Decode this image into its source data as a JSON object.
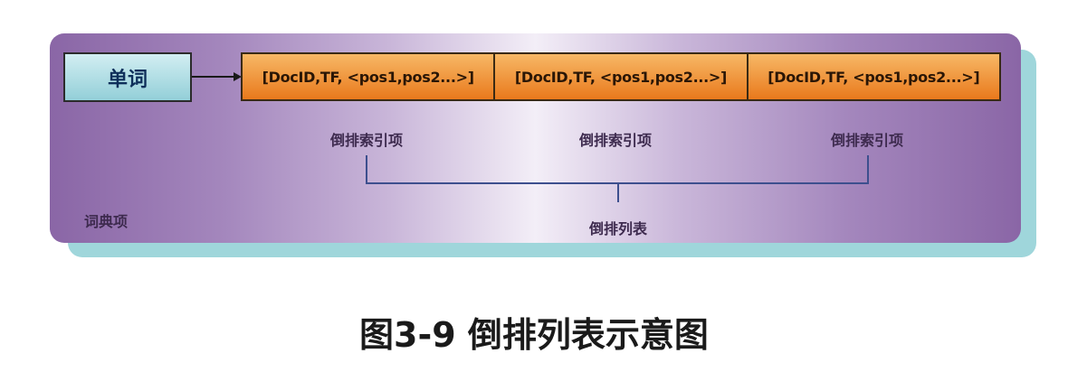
{
  "diagram": {
    "word_label": "单词",
    "postings": [
      "[DocID,TF, <pos1,pos2...>]",
      "[DocID,TF, <pos1,pos2...>]",
      "[DocID,TF, <pos1,pos2...>]"
    ],
    "posting_labels": [
      "倒排索引项",
      "倒排索引项",
      "倒排索引项"
    ],
    "postings_list_label": "倒排列表",
    "dictionary_item_label": "词典项"
  },
  "caption": "图3-9 倒排列表示意图",
  "colors": {
    "panel_purple": "#8a66a6",
    "panel_shadow": "#9fd6db",
    "word_box": "#93cfd8",
    "posting_orange": "#e9791c",
    "bracket_blue": "#3d4f8e"
  }
}
